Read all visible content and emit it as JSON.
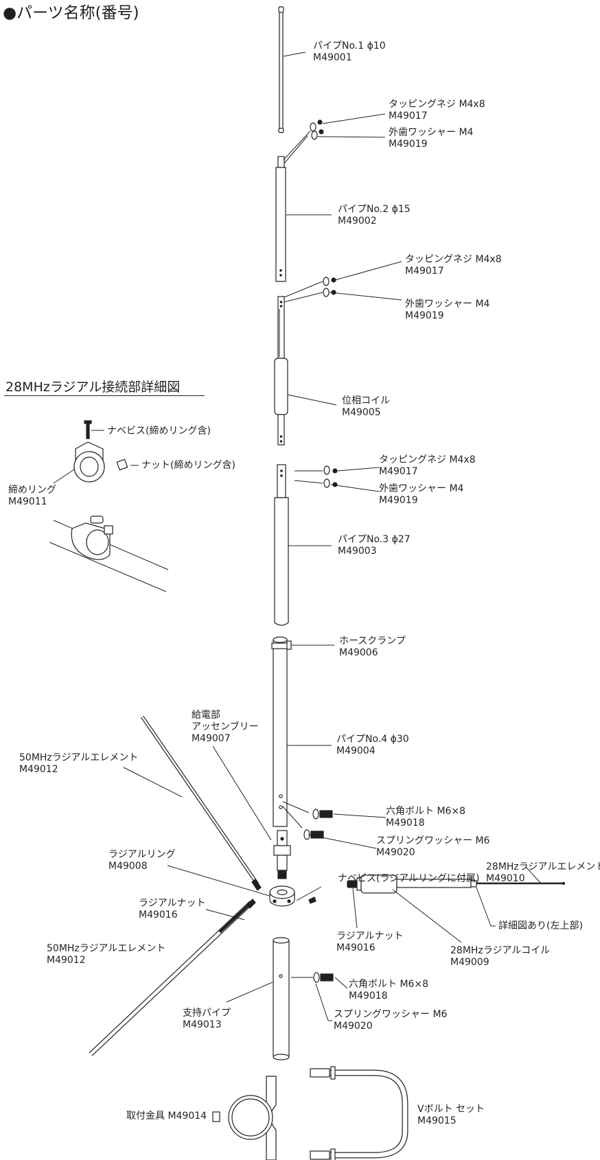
{
  "title": "●パーツ名称(番号)",
  "detail_title": "28MHzラジアル接続部詳細図",
  "parts": [
    {
      "name": "パイプNo.1 ϕ10",
      "code": "M49001"
    },
    {
      "name": "タッピングネジ M4x8",
      "code": "M49017"
    },
    {
      "name": "外歯ワッシャー M4",
      "code": "M49019"
    },
    {
      "name": "パイプNo.2 ϕ15",
      "code": "M49002"
    },
    {
      "name": "タッピングネジ M4x8",
      "code": "M49017"
    },
    {
      "name": "外歯ワッシャー M4",
      "code": "M49019"
    },
    {
      "name": "位相コイル",
      "code": "M49005"
    },
    {
      "name": "タッピングネジ M4x8",
      "code": "M49017"
    },
    {
      "name": "外歯ワッシャー M4",
      "code": "M49019"
    },
    {
      "name": "パイプNo.3 ϕ27",
      "code": "M49003"
    },
    {
      "name": "ホースクランプ",
      "code": "M49006"
    },
    {
      "name": "パイプNo.4 ϕ30",
      "code": "M49004"
    },
    {
      "name": "給電部\nアッセンブリー",
      "code": "M49007"
    },
    {
      "name": "50MHzラジアルエレメント",
      "code": "M49012"
    },
    {
      "name": "六角ボルト M6×8",
      "code": "M49018"
    },
    {
      "name": "スプリングワッシャー M6",
      "code": "M49020"
    },
    {
      "name": "ラジアルリング",
      "code": "M49008"
    },
    {
      "name": "ナベビス(ラジアルリングに付属)",
      "code": ""
    },
    {
      "name": "28MHzラジアルエレメント",
      "code": "M49010"
    },
    {
      "name": "詳細図あり(左上部)",
      "code": ""
    },
    {
      "name": "ラジアルナット",
      "code": "M49016"
    },
    {
      "name": "ラジアルナット",
      "code": "M49016"
    },
    {
      "name": "28MHzラジアルコイル",
      "code": "M49009"
    },
    {
      "name": "50MHzラジアルエレメント",
      "code": "M49012"
    },
    {
      "name": "六角ボルト M6×8",
      "code": "M49018"
    },
    {
      "name": "スプリングワッシャー M6",
      "code": "M49020"
    },
    {
      "name": "支持パイプ",
      "code": "M49013"
    },
    {
      "name": "取付金具 M49014",
      "code": ""
    },
    {
      "name": "Vボルト セット",
      "code": "M49015"
    }
  ],
  "detail_parts": [
    {
      "name": "ナベビス(締めリング含)",
      "code": ""
    },
    {
      "name": "ナット(締めリング含)",
      "code": ""
    },
    {
      "name": "締めリング",
      "code": "M49011"
    }
  ]
}
